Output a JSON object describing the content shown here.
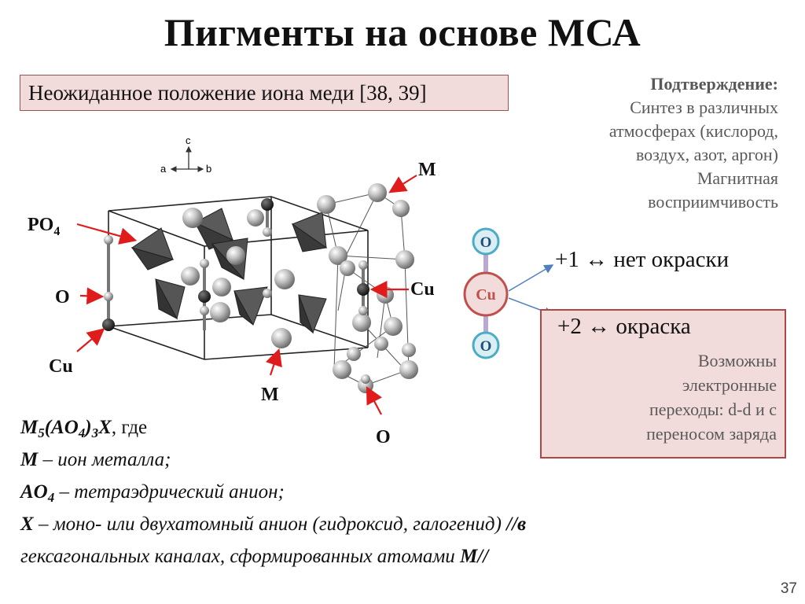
{
  "slide": {
    "title": "Пигменты на основе МСА",
    "page_number": "37"
  },
  "finding_box": {
    "text": "Неожиданное положение иона меди [38, 39]"
  },
  "confirmation": {
    "heading": "Подтверждение:",
    "lines": [
      "Синтез в различных",
      "атмосферах (кислород,",
      "воздух, азот, аргон)",
      "Магнитная",
      "восприимчивость"
    ]
  },
  "crystal_labels": {
    "axis_c": "c",
    "axis_a": "a",
    "axis_b": "b",
    "po4": "PO",
    "po4_sub": "4",
    "m_top": "M",
    "o_left": "O",
    "cu_right": "Cu",
    "cu_bottom": "Cu",
    "m_bottom": "M",
    "o_bottom": "O"
  },
  "chain": {
    "top_atom": "O",
    "center_atom": "Cu",
    "bottom_atom": "O"
  },
  "oxidation_states": {
    "plus1": "+1 ↔ нет окраски",
    "plus2": "+2 ↔ окраска",
    "transitions": [
      "Возможны",
      "электронные",
      "переходы: d-d и с",
      "переносом заряда"
    ]
  },
  "formula": {
    "line1": {
      "f1": "M",
      "s1": "5",
      "f2": "(AO",
      "s2": "4",
      "f3": ")",
      "s3": "3",
      "f4": "X",
      "rest": ", где"
    },
    "line2": {
      "sym": "M",
      "rest": " – ион металла;"
    },
    "line3": {
      "sym": "AO",
      "sub": "4",
      "rest": " – тетраэдрический анион;"
    },
    "line4": {
      "sym": "X",
      "rest": " – моно- или двухатомный анион (гидроксид, галогенид) ",
      "tail": "//в"
    },
    "line5": {
      "rest": "гексагональных каналах, сформированных атомами ",
      "sym": "М//"
    }
  }
}
